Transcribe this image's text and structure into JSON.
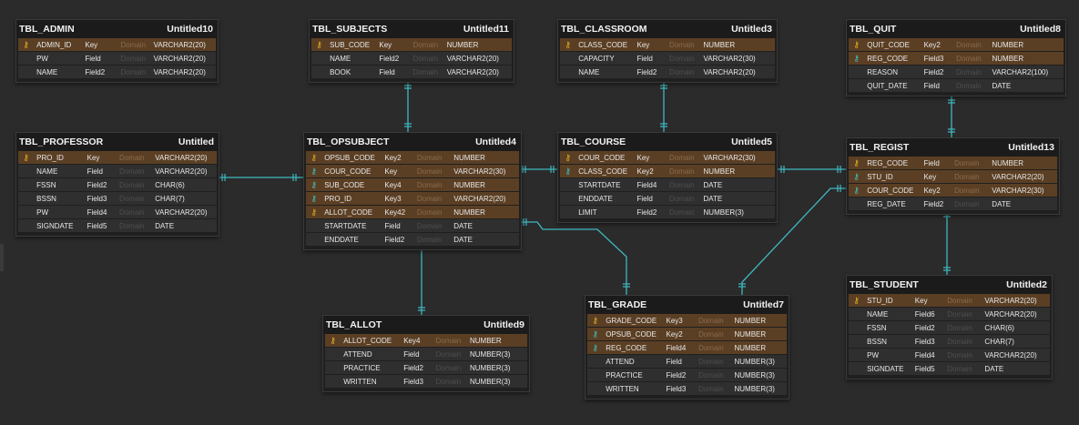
{
  "colors": {
    "background": "#2b2b2b",
    "link": "#3fb8c0",
    "primary_key": "#e6b422",
    "foreign_key": "#3fc4c4",
    "pk_row": "#5b3f24",
    "field_row": "#2f2f2f"
  },
  "domain_placeholder": "Domain",
  "tables": {
    "admin": {
      "name": "TBL_ADMIN",
      "tag": "Untitled10",
      "rows": [
        {
          "icon": "primary-key-icon",
          "name": "ADMIN_ID",
          "key": "Key",
          "type": "VARCHAR2(20)"
        },
        {
          "icon": "",
          "name": "PW",
          "key": "Field",
          "type": "VARCHAR2(20)"
        },
        {
          "icon": "",
          "name": "NAME",
          "key": "Field2",
          "type": "VARCHAR2(20)"
        }
      ]
    },
    "subjects": {
      "name": "TBL_SUBJECTS",
      "tag": "Untitled11",
      "rows": [
        {
          "icon": "primary-key-icon",
          "name": "SUB_CODE",
          "key": "Key",
          "type": "NUMBER"
        },
        {
          "icon": "",
          "name": "NAME",
          "key": "Field2",
          "type": "VARCHAR2(20)"
        },
        {
          "icon": "",
          "name": "BOOK",
          "key": "Field",
          "type": "VARCHAR2(20)"
        }
      ]
    },
    "classroom": {
      "name": "TBL_CLASSROOM",
      "tag": "Untitled3",
      "rows": [
        {
          "icon": "primary-key-icon",
          "name": "CLASS_CODE",
          "key": "Key",
          "type": "NUMBER"
        },
        {
          "icon": "",
          "name": "CAPACITY",
          "key": "Field",
          "type": "VARCHAR2(30)"
        },
        {
          "icon": "",
          "name": "NAME",
          "key": "Field2",
          "type": "VARCHAR2(20)"
        }
      ]
    },
    "quit": {
      "name": "TBL_QUIT",
      "tag": "Untitled8",
      "rows": [
        {
          "icon": "primary-key-icon",
          "name": "QUIT_CODE",
          "key": "Key2",
          "type": "NUMBER"
        },
        {
          "icon": "foreign-key-icon",
          "name": "REG_CODE",
          "key": "Field3",
          "type": "NUMBER"
        },
        {
          "icon": "",
          "name": "REASON",
          "key": "Field2",
          "type": "VARCHAR2(100)"
        },
        {
          "icon": "",
          "name": "QUIT_DATE",
          "key": "Field",
          "type": "DATE"
        }
      ]
    },
    "professor": {
      "name": "TBL_PROFESSOR",
      "tag": "Untitled",
      "rows": [
        {
          "icon": "primary-key-icon",
          "name": "PRO_ID",
          "key": "Key",
          "type": "VARCHAR2(20)"
        },
        {
          "icon": "",
          "name": "NAME",
          "key": "Field",
          "type": "VARCHAR2(20)"
        },
        {
          "icon": "",
          "name": "FSSN",
          "key": "Field2",
          "type": "CHAR(6)"
        },
        {
          "icon": "",
          "name": "BSSN",
          "key": "Field3",
          "type": "CHAR(7)"
        },
        {
          "icon": "",
          "name": "PW",
          "key": "Field4",
          "type": "VARCHAR2(20)"
        },
        {
          "icon": "",
          "name": "SIGNDATE",
          "key": "Field5",
          "type": "DATE"
        }
      ]
    },
    "opsubject": {
      "name": "TBL_OPSUBJECT",
      "tag": "Untitled4",
      "rows": [
        {
          "icon": "primary-key-icon",
          "name": "OPSUB_CODE",
          "key": "Key2",
          "type": "NUMBER"
        },
        {
          "icon": "foreign-key-icon",
          "name": "COUR_CODE",
          "key": "Key",
          "type": "VARCHAR2(30)"
        },
        {
          "icon": "foreign-key-icon",
          "name": "SUB_CODE",
          "key": "Key4",
          "type": "NUMBER"
        },
        {
          "icon": "foreign-key-icon",
          "name": "PRO_ID",
          "key": "Key3",
          "type": "VARCHAR2(20)"
        },
        {
          "icon": "primary-key-icon",
          "name": "ALLOT_CODE",
          "key": "Key42",
          "type": "NUMBER"
        },
        {
          "icon": "",
          "name": "STARTDATE",
          "key": "Field",
          "type": "DATE"
        },
        {
          "icon": "",
          "name": "ENDDATE",
          "key": "Field2",
          "type": "DATE"
        }
      ]
    },
    "course": {
      "name": "TBL_COURSE",
      "tag": "Untitled5",
      "rows": [
        {
          "icon": "primary-key-icon",
          "name": "COUR_CODE",
          "key": "Key",
          "type": "VARCHAR2(30)"
        },
        {
          "icon": "foreign-key-icon",
          "name": "CLASS_CODE",
          "key": "Key2",
          "type": "NUMBER"
        },
        {
          "icon": "",
          "name": "STARTDATE",
          "key": "Field4",
          "type": "DATE"
        },
        {
          "icon": "",
          "name": "ENDDATE",
          "key": "Field",
          "type": "DATE"
        },
        {
          "icon": "",
          "name": "LIMIT",
          "key": "Field2",
          "type": "NUMBER(3)"
        }
      ]
    },
    "regist": {
      "name": "TBL_REGIST",
      "tag": "Untitled13",
      "rows": [
        {
          "icon": "primary-key-icon",
          "name": "REG_CODE",
          "key": "Field",
          "type": "NUMBER"
        },
        {
          "icon": "foreign-key-icon",
          "name": "STU_ID",
          "key": "Key",
          "type": "VARCHAR2(20)"
        },
        {
          "icon": "foreign-key-icon",
          "name": "COUR_CODE",
          "key": "Key2",
          "type": "VARCHAR2(30)"
        },
        {
          "icon": "",
          "name": "REG_DATE",
          "key": "Field2",
          "type": "DATE"
        }
      ]
    },
    "student": {
      "name": "TBL_STUDENT",
      "tag": "Untitled2",
      "rows": [
        {
          "icon": "primary-key-icon",
          "name": "STU_ID",
          "key": "Key",
          "type": "VARCHAR2(20)"
        },
        {
          "icon": "",
          "name": "NAME",
          "key": "Field6",
          "type": "VARCHAR2(20)"
        },
        {
          "icon": "",
          "name": "FSSN",
          "key": "Field2",
          "type": "CHAR(6)"
        },
        {
          "icon": "",
          "name": "BSSN",
          "key": "Field3",
          "type": "CHAR(7)"
        },
        {
          "icon": "",
          "name": "PW",
          "key": "Field4",
          "type": "VARCHAR2(20)"
        },
        {
          "icon": "",
          "name": "SIGNDATE",
          "key": "Field5",
          "type": "DATE"
        }
      ]
    },
    "allot": {
      "name": "TBL_ALLOT",
      "tag": "Untitled9",
      "rows": [
        {
          "icon": "primary-key-icon",
          "name": "ALLOT_CODE",
          "key": "Key4",
          "type": "NUMBER"
        },
        {
          "icon": "",
          "name": "ATTEND",
          "key": "Field",
          "type": "NUMBER(3)"
        },
        {
          "icon": "",
          "name": "PRACTICE",
          "key": "Field2",
          "type": "NUMBER(3)"
        },
        {
          "icon": "",
          "name": "WRITTEN",
          "key": "Field3",
          "type": "NUMBER(3)"
        }
      ]
    },
    "grade": {
      "name": "TBL_GRADE",
      "tag": "Untitled7",
      "rows": [
        {
          "icon": "primary-key-icon",
          "name": "GRADE_CODE",
          "key": "Key3",
          "type": "NUMBER"
        },
        {
          "icon": "foreign-key-icon",
          "name": "OPSUB_CODE",
          "key": "Key2",
          "type": "NUMBER"
        },
        {
          "icon": "foreign-key-icon",
          "name": "REG_CODE",
          "key": "Field4",
          "type": "NUMBER"
        },
        {
          "icon": "",
          "name": "ATTEND",
          "key": "Field",
          "type": "NUMBER(3)"
        },
        {
          "icon": "",
          "name": "PRACTICE",
          "key": "Field2",
          "type": "NUMBER(3)"
        },
        {
          "icon": "",
          "name": "WRITTEN",
          "key": "Field3",
          "type": "NUMBER(3)"
        }
      ]
    }
  }
}
